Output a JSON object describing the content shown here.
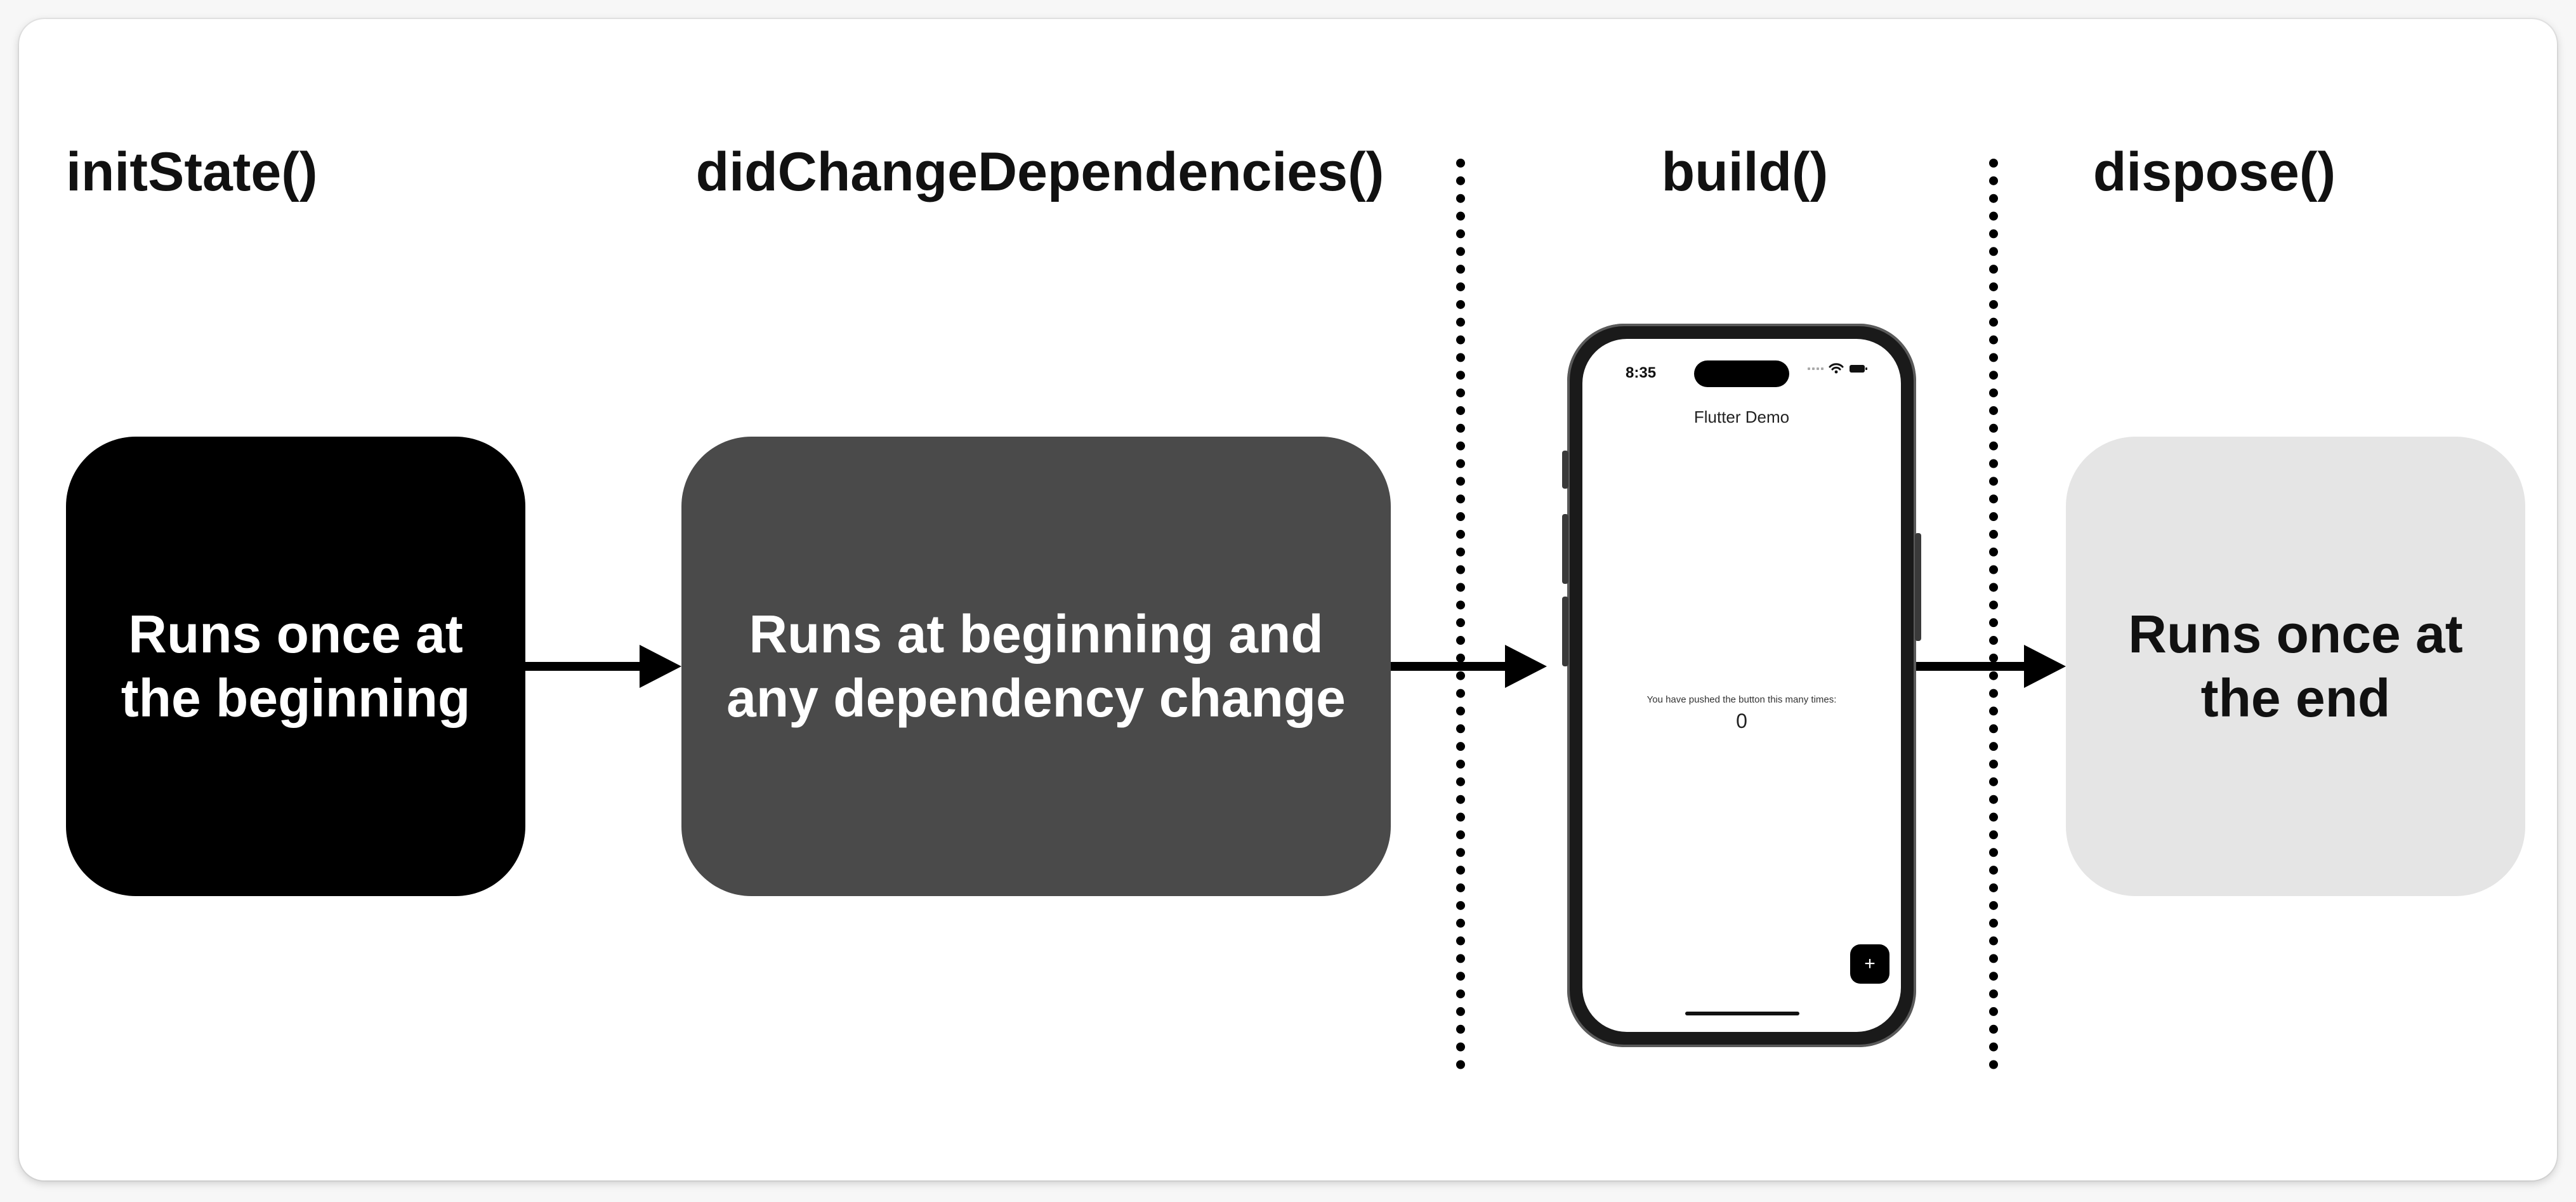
{
  "stages": [
    {
      "title": "initState()",
      "description": "Runs once at\nthe beginning"
    },
    {
      "title": "didChangeDependencies()",
      "description": "Runs at beginning and\nany dependency change"
    },
    {
      "title": "build()"
    },
    {
      "title": "dispose()",
      "description": "Runs once at\nthe end"
    }
  ],
  "phone": {
    "time": "8:35",
    "app_title": "Flutter Demo",
    "counter_message": "You have pushed the button this many times:",
    "counter_value": "0",
    "fab_label": "+",
    "status_icons": [
      "signal-icon",
      "wifi-icon",
      "battery-icon"
    ]
  },
  "colors": {
    "init_box": "#000000",
    "did_change_box": "#4a4a4a",
    "dispose_box": "#e5e5e5",
    "arrow": "#000000"
  }
}
